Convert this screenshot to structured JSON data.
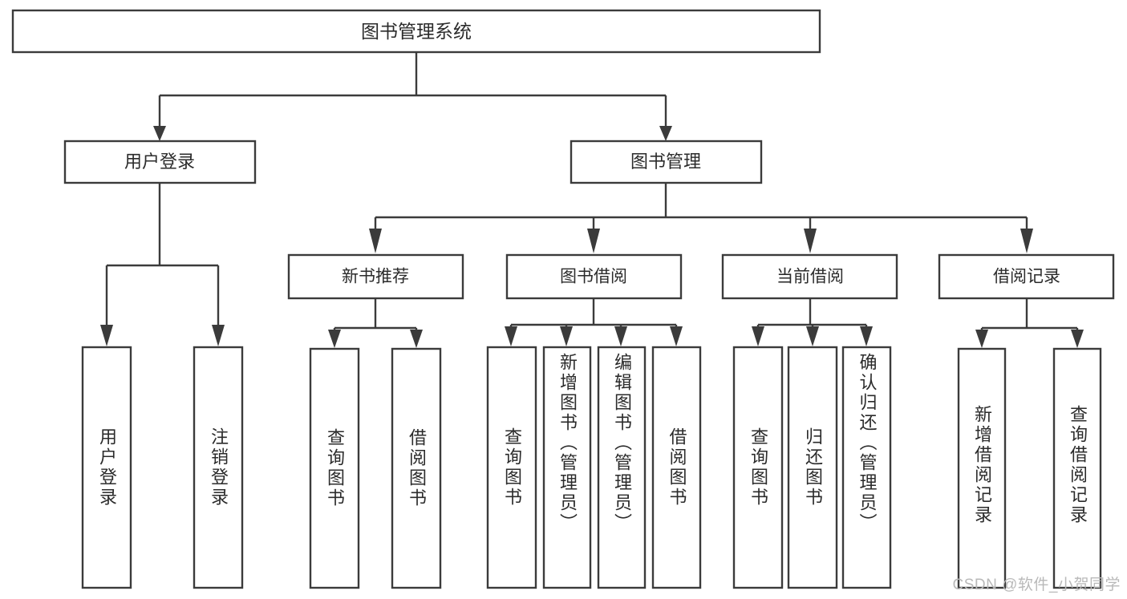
{
  "diagram": {
    "title": "图书管理系统",
    "type": "tree-hierarchy-diagram",
    "watermark": "CSDN @软件_小贺同学",
    "colors": {
      "stroke": "#3b3b3b",
      "box_fill": "#ffffff",
      "text": "#2b2b2b",
      "background": "#ffffff",
      "watermark": "#b9b9b9"
    },
    "root": {
      "label": "图书管理系统"
    },
    "level1": [
      {
        "label": "用户登录"
      },
      {
        "label": "图书管理"
      }
    ],
    "level2": [
      {
        "label": "新书推荐"
      },
      {
        "label": "图书借阅"
      },
      {
        "label": "当前借阅"
      },
      {
        "label": "借阅记录"
      }
    ],
    "leaves": {
      "user_login": [
        {
          "label": "用户登录"
        },
        {
          "label": "注销登录"
        }
      ],
      "new_book_recommend": [
        {
          "label": "查询图书"
        },
        {
          "label": "借阅图书"
        }
      ],
      "book_borrow": [
        {
          "label": "查询图书"
        },
        {
          "label": "新增图书（管理员）"
        },
        {
          "label": "编辑图书（管理员）"
        },
        {
          "label": "借阅图书"
        }
      ],
      "current_borrow": [
        {
          "label": "查询图书"
        },
        {
          "label": "归还图书"
        },
        {
          "label": "确认归还（管理员）"
        }
      ],
      "borrow_record": [
        {
          "label": "新增借阅记录"
        },
        {
          "label": "查询借阅记录"
        }
      ]
    }
  }
}
